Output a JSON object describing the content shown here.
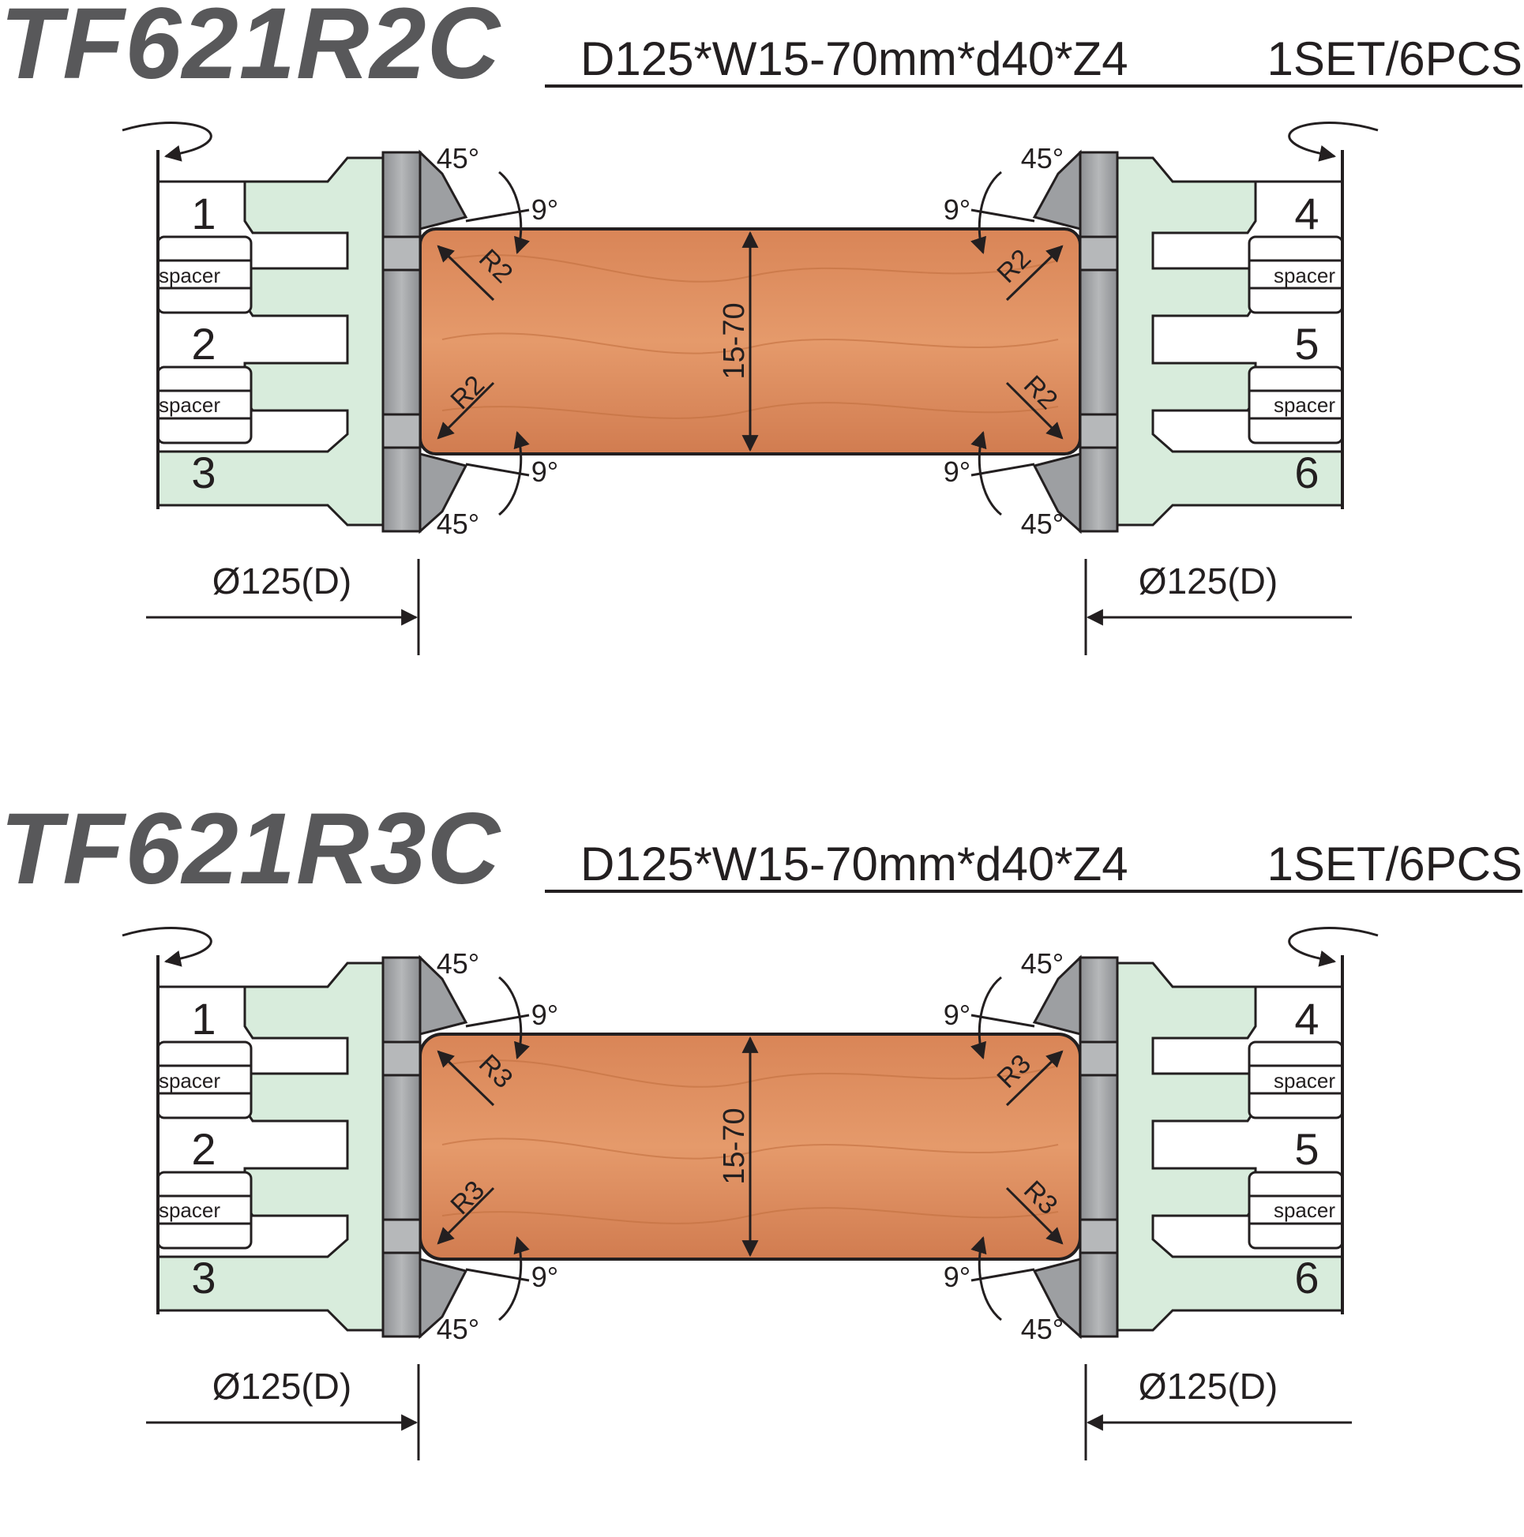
{
  "sets": [
    {
      "model": "TF621R2C",
      "spec": "D125*W15-70mm*d40*Z4",
      "quantity": "1SET/6PCS",
      "radius": "R2",
      "thickness": "15-70",
      "chamfer_angle": "45°",
      "bevel_angle": "9°",
      "diameter": "Ø125(D)",
      "spacer_label": "spacer",
      "cutters_left": [
        "1",
        "2",
        "3"
      ],
      "cutters_right": [
        "4",
        "5",
        "6"
      ]
    },
    {
      "model": "TF621R3C",
      "spec": "D125*W15-70mm*d40*Z4",
      "quantity": "1SET/6PCS",
      "radius": "R3",
      "thickness": "15-70",
      "chamfer_angle": "45°",
      "bevel_angle": "9°",
      "diameter": "Ø125(D)",
      "spacer_label": "spacer",
      "cutters_left": [
        "1",
        "2",
        "3"
      ],
      "cutters_right": [
        "4",
        "5",
        "6"
      ]
    }
  ],
  "colors": {
    "title": "#58585a",
    "line": "#231f20",
    "cutter_body": "#d8ecdc",
    "blade": "#9d9fa2",
    "wood": "#d9865a",
    "spacer": "#ffffff"
  }
}
